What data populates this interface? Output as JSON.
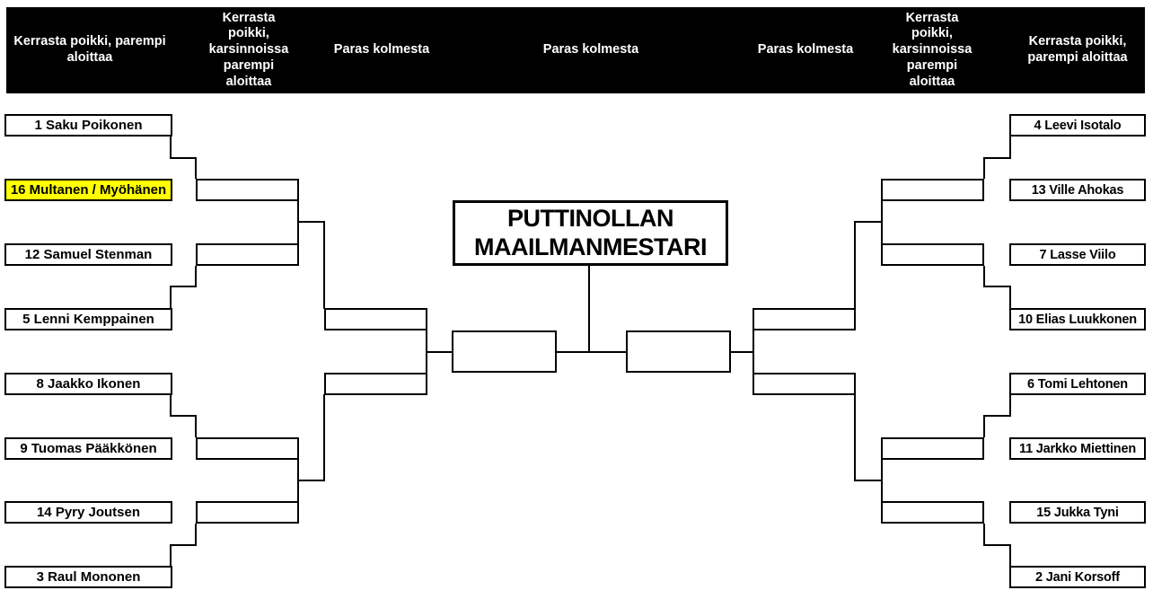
{
  "header": {
    "background": "#000000",
    "text_color": "#ffffff",
    "columns": [
      {
        "label": "Kerrasta poikki, parempi aloittaa"
      },
      {
        "label": "Kerrasta poikki, karsinnoissa parempi aloittaa"
      },
      {
        "label": "Paras kolmesta"
      },
      {
        "label": "Paras kolmesta"
      },
      {
        "label": "Paras kolmesta"
      },
      {
        "label": "Kerrasta poikki, karsinnoissa parempi aloittaa"
      },
      {
        "label": "Kerrasta poikki, parempi aloittaa"
      }
    ]
  },
  "title": {
    "text": "PUTTINOLLAN MAAILMANMESTARI"
  },
  "bracket": {
    "left": [
      {
        "label": "1 Saku Poikonen",
        "highlight": false
      },
      {
        "label": "16 Multanen / Myöhänen",
        "highlight": true
      },
      {
        "label": "12 Samuel Stenman",
        "highlight": false
      },
      {
        "label": "5 Lenni Kemppainen",
        "highlight": false
      },
      {
        "label": "8 Jaakko Ikonen",
        "highlight": false
      },
      {
        "label": "9 Tuomas Pääkkönen",
        "highlight": false
      },
      {
        "label": "14 Pyry Joutsen",
        "highlight": false
      },
      {
        "label": "3 Raul Mononen",
        "highlight": false
      }
    ],
    "right": [
      {
        "label": "4 Leevi Isotalo",
        "highlight": false
      },
      {
        "label": "13 Ville Ahokas",
        "highlight": false
      },
      {
        "label": "7 Lasse Viilo",
        "highlight": false
      },
      {
        "label": "10 Elias Luukkonen",
        "highlight": false
      },
      {
        "label": "6 Tomi Lehtonen",
        "highlight": false
      },
      {
        "label": "11 Jarkko Miettinen",
        "highlight": false
      },
      {
        "label": "15 Jukka Tyni",
        "highlight": false
      },
      {
        "label": "2 Jani Korsoff",
        "highlight": false
      }
    ]
  },
  "colors": {
    "highlight": "#ffff00",
    "line": "#000000",
    "background": "#ffffff"
  }
}
